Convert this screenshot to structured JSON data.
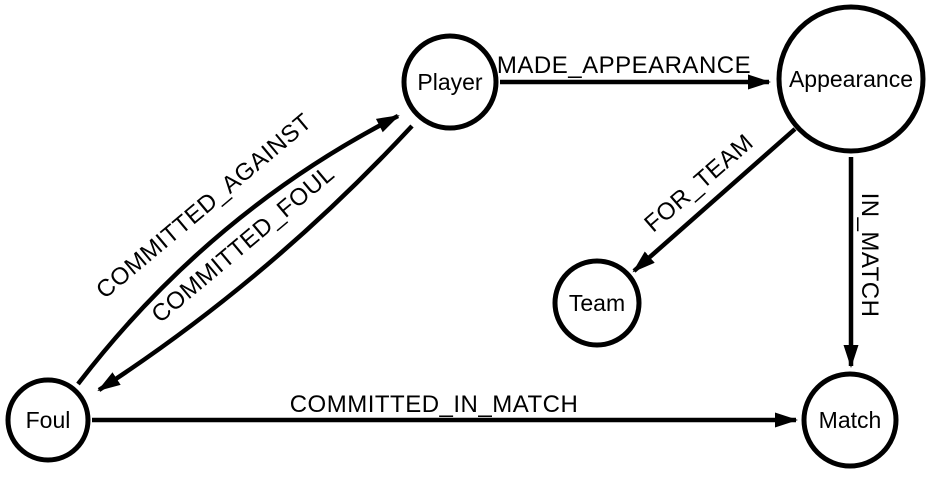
{
  "diagram": {
    "title": "football-graph-data-model",
    "colors": {
      "stroke": "#000000",
      "background": "#ffffff",
      "text": "#000000"
    },
    "nodes": [
      {
        "id": "player",
        "label": "Player"
      },
      {
        "id": "appearance",
        "label": "Appearance"
      },
      {
        "id": "team",
        "label": "Team"
      },
      {
        "id": "match",
        "label": "Match"
      },
      {
        "id": "foul",
        "label": "Foul"
      }
    ],
    "edges": [
      {
        "id": "made-appearance",
        "label": "MADE_APPEARANCE",
        "from": "Player",
        "to": "Appearance"
      },
      {
        "id": "for-team",
        "label": "FOR_TEAM",
        "from": "Appearance",
        "to": "Team"
      },
      {
        "id": "in-match",
        "label": "IN_MATCH",
        "from": "Appearance",
        "to": "Match"
      },
      {
        "id": "committed-against",
        "label": "COMMITTED_AGAINST",
        "from": "Foul",
        "to": "Player"
      },
      {
        "id": "committed-foul",
        "label": "COMMITTED_FOUL",
        "from": "Player",
        "to": "Foul"
      },
      {
        "id": "committed-in-match",
        "label": "COMMITTED_IN_MATCH",
        "from": "Foul",
        "to": "Match"
      }
    ]
  }
}
